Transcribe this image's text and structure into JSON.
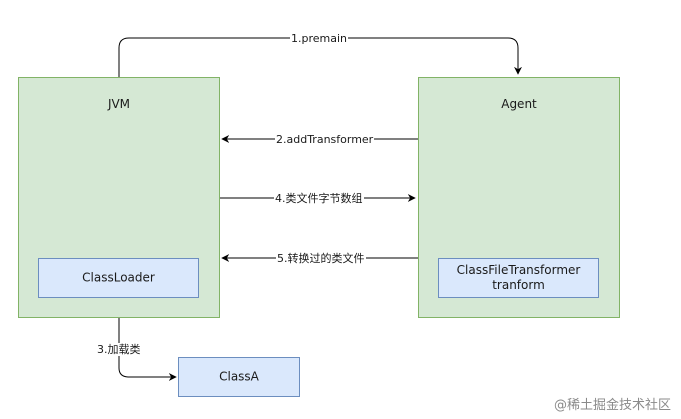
{
  "nodes": {
    "jvm": {
      "title": "JVM"
    },
    "agent": {
      "title": "Agent"
    },
    "classloader": {
      "label": "ClassLoader"
    },
    "transformer": {
      "label": "ClassFileTransformer\ntranform"
    },
    "classa": {
      "label": "ClassA"
    }
  },
  "edges": {
    "premain": "1.premain",
    "add_transformer": "2.addTransformer",
    "class_bytes": "4.类文件字节数组",
    "transformed": "5.转换过的类文件",
    "load": "3.加载类"
  },
  "watermark": "@稀土掘金技术社区"
}
